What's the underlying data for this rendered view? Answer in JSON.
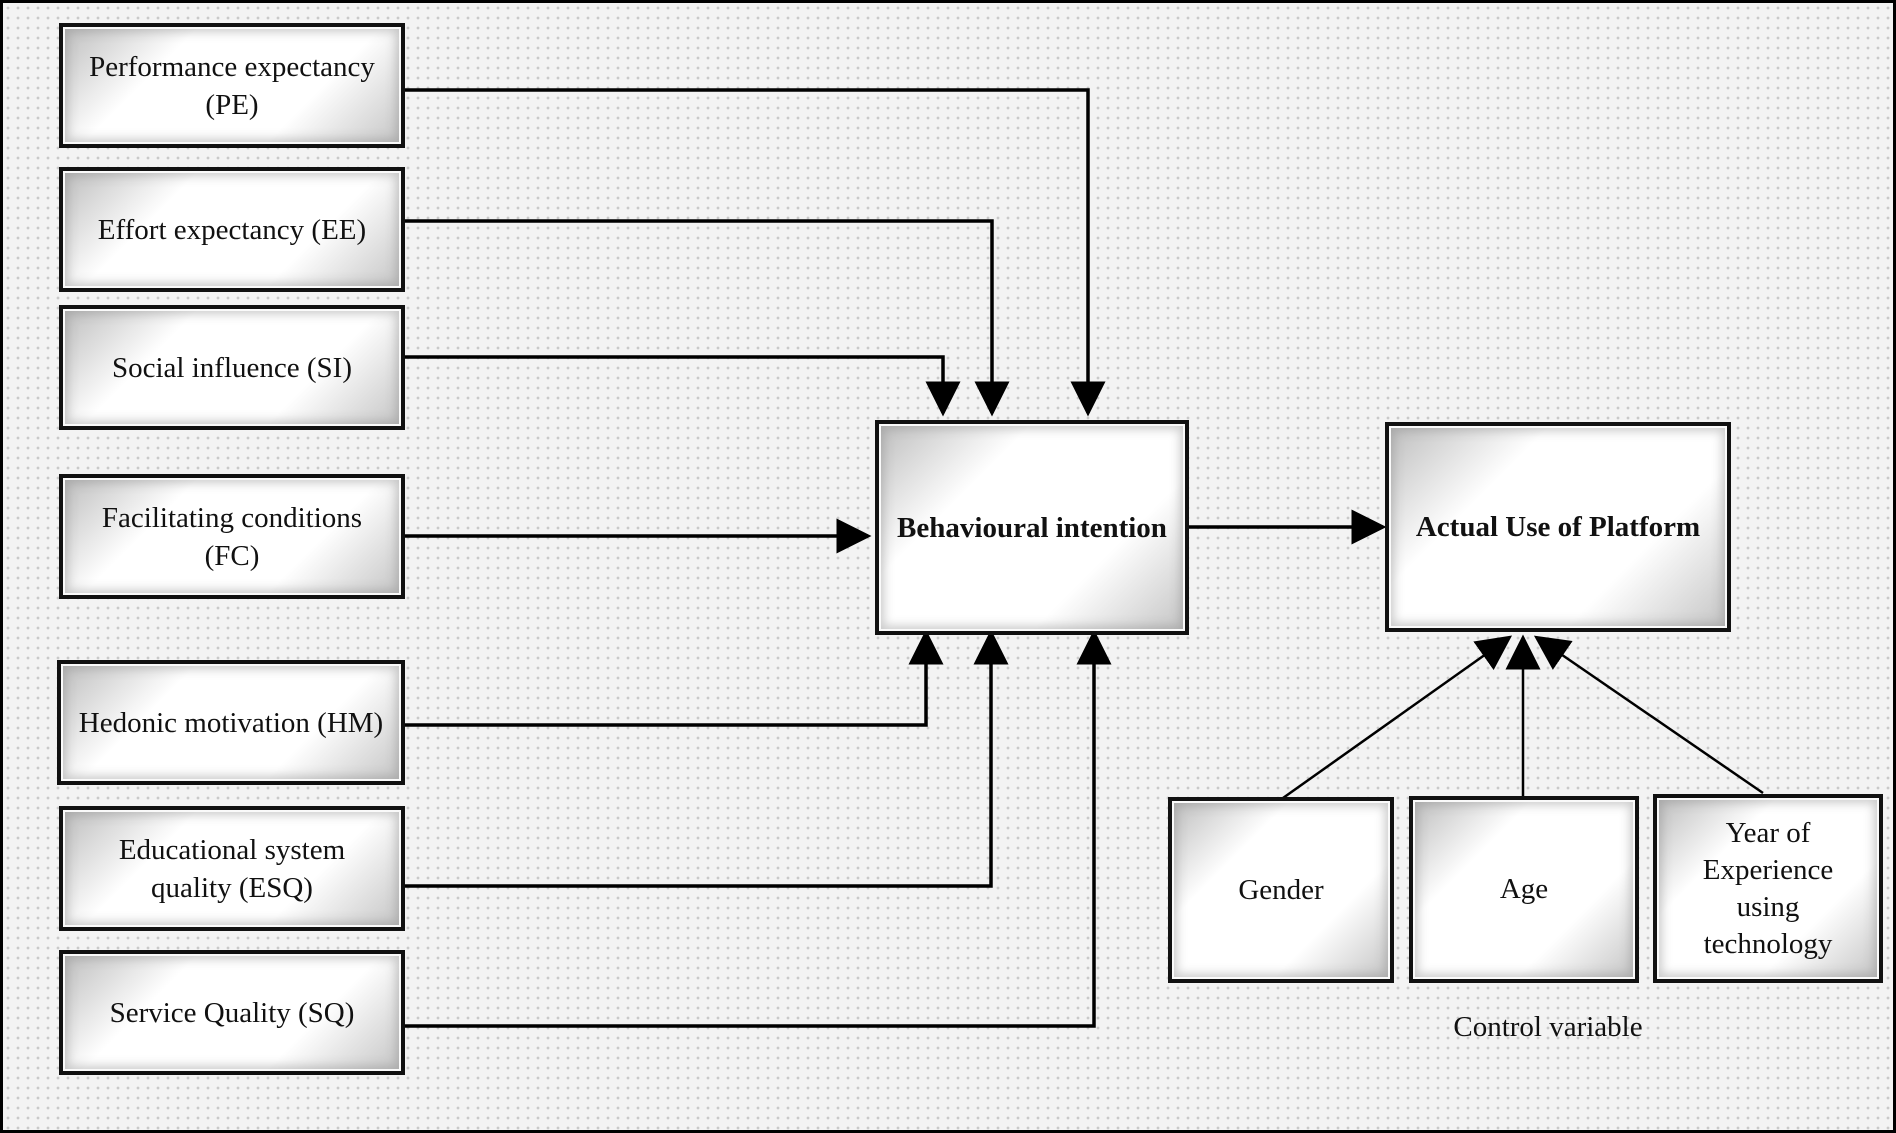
{
  "predictors": [
    {
      "id": "pe",
      "label": "Performance expectancy (PE)"
    },
    {
      "id": "ee",
      "label": "Effort expectancy (EE)"
    },
    {
      "id": "si",
      "label": "Social influence (SI)"
    },
    {
      "id": "fc",
      "label": "Facilitating conditions (FC)"
    },
    {
      "id": "hm",
      "label": "Hedonic motivation (HM)"
    },
    {
      "id": "esq",
      "label": "Educational system quality (ESQ)"
    },
    {
      "id": "sq",
      "label": "Service Quality (SQ)"
    }
  ],
  "mediator": {
    "label": "Behavioural intention"
  },
  "outcome": {
    "label": "Actual Use of Platform"
  },
  "controls": [
    {
      "id": "gender",
      "label": "Gender"
    },
    {
      "id": "age",
      "label": "Age"
    },
    {
      "id": "experience",
      "label": "Year of Experience using technology"
    }
  ],
  "control_caption": "Control variable",
  "edges": [
    {
      "from": "pe",
      "to": "mediator"
    },
    {
      "from": "ee",
      "to": "mediator"
    },
    {
      "from": "si",
      "to": "mediator"
    },
    {
      "from": "fc",
      "to": "mediator"
    },
    {
      "from": "hm",
      "to": "mediator"
    },
    {
      "from": "esq",
      "to": "mediator"
    },
    {
      "from": "sq",
      "to": "mediator"
    },
    {
      "from": "mediator",
      "to": "outcome"
    },
    {
      "from": "gender",
      "to": "outcome"
    },
    {
      "from": "age",
      "to": "outcome"
    },
    {
      "from": "experience",
      "to": "outcome"
    }
  ]
}
